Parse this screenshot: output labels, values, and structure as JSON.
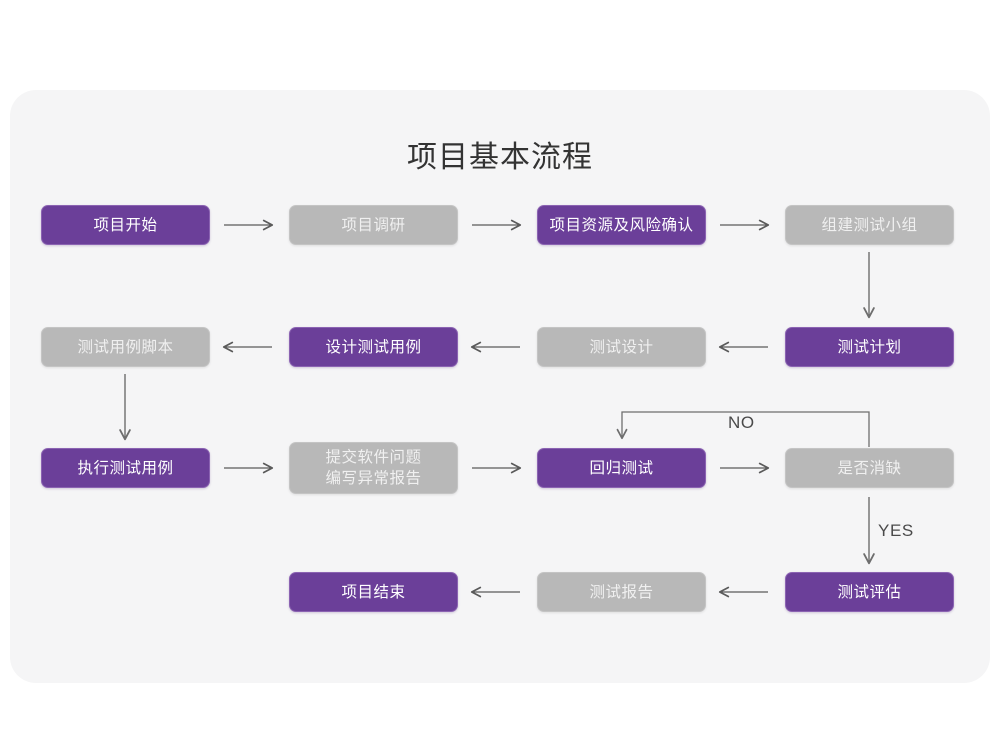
{
  "title": "项目基本流程",
  "panel": {
    "background_color": "#F5F5F6",
    "accent_purple": "#6B3F99",
    "accent_gray": "#B8B8B8",
    "line_color": "#6E6E6E"
  },
  "nodes": [
    {
      "id": "n1",
      "label": "项目开始",
      "style": "purple",
      "row": 1,
      "col": 1
    },
    {
      "id": "n2",
      "label": "项目调研",
      "style": "gray",
      "row": 1,
      "col": 2
    },
    {
      "id": "n3",
      "label": "项目资源及风险确认",
      "style": "purple",
      "row": 1,
      "col": 3
    },
    {
      "id": "n4",
      "label": "组建测试小组",
      "style": "gray",
      "row": 1,
      "col": 4
    },
    {
      "id": "n5",
      "label": "测试用例脚本",
      "style": "gray",
      "row": 2,
      "col": 1
    },
    {
      "id": "n6",
      "label": "设计测试用例",
      "style": "purple",
      "row": 2,
      "col": 2
    },
    {
      "id": "n7",
      "label": "测试设计",
      "style": "gray",
      "row": 2,
      "col": 3
    },
    {
      "id": "n8",
      "label": "测试计划",
      "style": "purple",
      "row": 2,
      "col": 4
    },
    {
      "id": "n9",
      "label": "执行测试用例",
      "style": "purple",
      "row": 3,
      "col": 1
    },
    {
      "id": "n10",
      "label": "提交软件问题\n编写异常报告",
      "style": "gray",
      "row": 3,
      "col": 2
    },
    {
      "id": "n11",
      "label": "回归测试",
      "style": "purple",
      "row": 3,
      "col": 3
    },
    {
      "id": "n12",
      "label": "是否消缺",
      "style": "gray",
      "row": 3,
      "col": 4
    },
    {
      "id": "n13",
      "label": "项目结束",
      "style": "purple",
      "row": 4,
      "col": 2
    },
    {
      "id": "n14",
      "label": "测试报告",
      "style": "gray",
      "row": 4,
      "col": 3
    },
    {
      "id": "n15",
      "label": "测试评估",
      "style": "purple",
      "row": 4,
      "col": 4
    }
  ],
  "connector_labels": {
    "no": "NO",
    "yes": "YES"
  },
  "arrow_icons": {
    "right": "arrow-right-icon",
    "left": "arrow-left-icon",
    "down": "arrow-down-icon",
    "elbow_no": "arrow-elbow-no-icon"
  }
}
